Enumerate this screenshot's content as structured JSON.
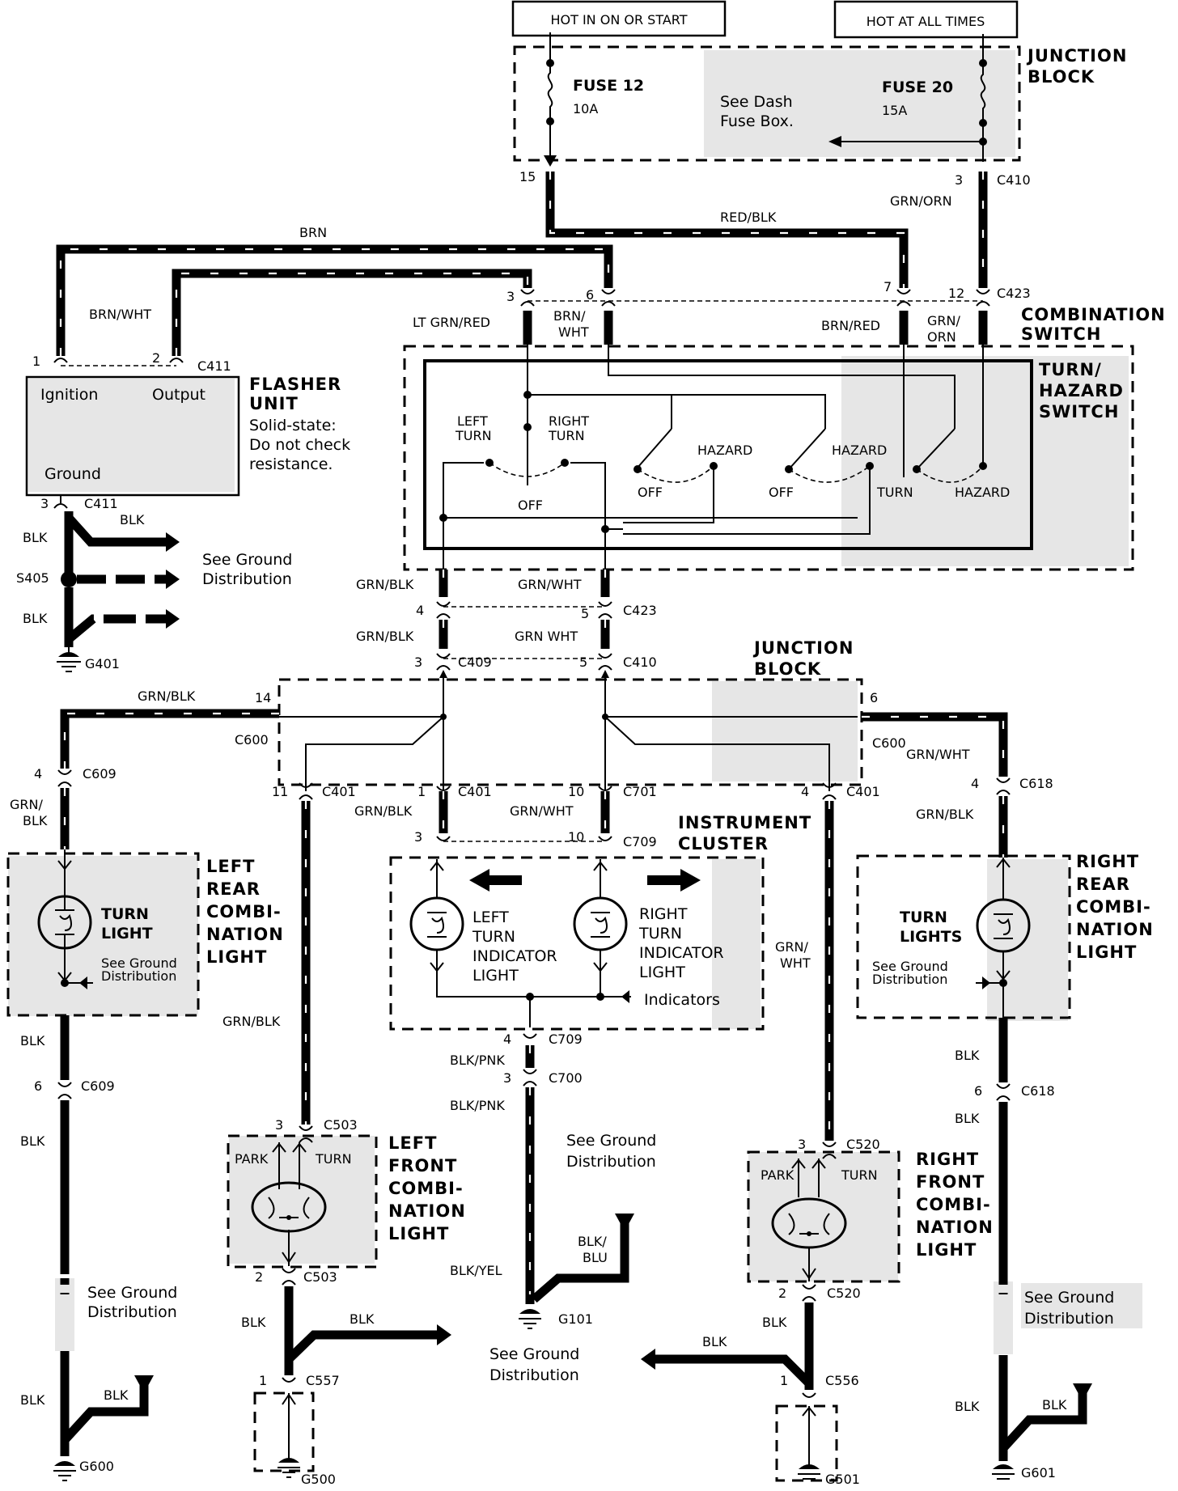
{
  "banners": {
    "hot_run": "HOT IN ON OR START",
    "hot_all": "HOT AT ALL TIMES"
  },
  "fuse_block": {
    "title_1": "JUNCTION",
    "title_2": "BLOCK",
    "fuse12": "FUSE 12",
    "fuse12_amp": "10A",
    "fuse20": "FUSE 20",
    "fuse20_amp": "15A",
    "note_1": "See Dash",
    "note_2": "Fuse Box."
  },
  "flasher": {
    "title_1": "FLASHER",
    "title_2": "UNIT",
    "note_1": "Solid-state:",
    "note_2": "Do not check",
    "note_3": "resistance.",
    "ignition": "Ignition",
    "output": "Output",
    "ground": "Ground"
  },
  "combo": {
    "title_1": "COMBINATION",
    "title_2": "SWITCH",
    "sw_1": "TURN/",
    "sw_2": "HAZARD",
    "sw_3": "SWITCH",
    "left_turn_1": "LEFT",
    "left_turn_2": "TURN",
    "right_turn_1": "RIGHT",
    "right_turn_2": "TURN",
    "off": "OFF",
    "hazard": "HAZARD",
    "turn": "TURN"
  },
  "jb2": {
    "title_1": "JUNCTION",
    "title_2": "BLOCK"
  },
  "cluster": {
    "title_1": "INSTRUMENT",
    "title_2": "CLUSTER",
    "left_1": "LEFT",
    "left_2": "TURN",
    "left_3": "INDICATOR",
    "left_4": "LIGHT",
    "right_1": "RIGHT",
    "right_2": "TURN",
    "right_3": "INDICATOR",
    "right_4": "LIGHT",
    "indicators": "Indicators"
  },
  "left_rear": {
    "t1": "LEFT",
    "t2": "REAR",
    "t3": "COMBI-",
    "t4": "NATION",
    "t5": "LIGHT",
    "lamp_1": "TURN",
    "lamp_2": "LIGHT",
    "gnd_1": "See Ground",
    "gnd_2": "Distribution"
  },
  "right_rear": {
    "t1": "RIGHT",
    "t2": "REAR",
    "t3": "COMBI-",
    "t4": "NATION",
    "t5": "LIGHT",
    "lamp_1": "TURN",
    "lamp_2": "LIGHTS",
    "gnd_1": "See Ground",
    "gnd_2": "Distribution"
  },
  "left_front": {
    "t1": "LEFT",
    "t2": "FRONT",
    "t3": "COMBI-",
    "t4": "NATION",
    "t5": "LIGHT",
    "park": "PARK",
    "turn": "TURN"
  },
  "right_front": {
    "t1": "RIGHT",
    "t2": "FRONT",
    "t3": "COMBI-",
    "t4": "NATION",
    "t5": "LIGHT",
    "park": "PARK",
    "turn": "TURN"
  },
  "ground_notes": {
    "line_1": "See Ground",
    "line_2": "Distribution"
  },
  "wires": {
    "red_blk": "RED/BLK",
    "brn": "BRN",
    "brn_wht": "BRN/WHT",
    "grn_orn": "GRN/ORN",
    "lt_grn_red": "LT GRN/RED",
    "brn_wht_a": "BRN/",
    "brn_wht_b": "WHT",
    "brn_red": "BRN/RED",
    "grn_orn_a": "GRN/",
    "grn_orn_b": "ORN",
    "blk": "BLK",
    "grn_blk": "GRN/BLK",
    "grn_wht": "GRN/WHT",
    "grn_wht_dot": "GRN WHT",
    "grn_slash": "GRN/",
    "blk_part": "BLK",
    "grn_wht_a": "GRN/",
    "grn_wht_b": "WHT",
    "blk_pnk": "BLK/PNK",
    "blk_blu_a": "BLK/",
    "blk_blu_b": "BLU",
    "blk_yel": "BLK/YEL"
  },
  "connectors": {
    "c410": "C410",
    "c423": "C423",
    "c411": "C411",
    "s405": "S405",
    "g401": "G401",
    "c409": "C409",
    "c600": "C600",
    "c609": "C609",
    "c401": "C401",
    "c701": "C701",
    "c709": "C709",
    "c618": "C618",
    "c700": "C700",
    "c503": "C503",
    "c520": "C520",
    "g101": "G101",
    "c557": "C557",
    "c556": "C556",
    "g600": "G600",
    "g500": "G500",
    "g501": "G501",
    "g601": "G601"
  },
  "pins": {
    "p15": "15",
    "p3": "3",
    "p1": "1",
    "p2": "2",
    "p7": "7",
    "p12": "12",
    "p6": "6",
    "p4": "4",
    "p5": "5",
    "p14": "14",
    "p11": "11",
    "p10": "10"
  }
}
